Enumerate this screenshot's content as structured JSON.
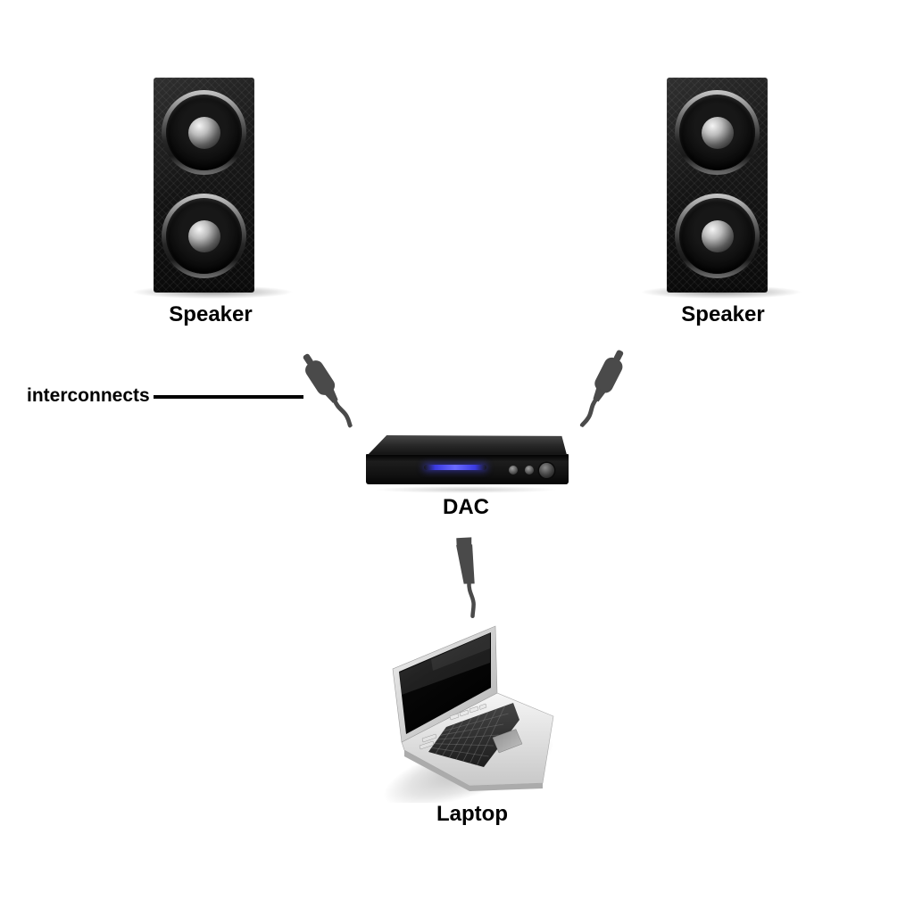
{
  "background": "#ffffff",
  "colors": {
    "text": "#000000",
    "line": "#000000",
    "connector": "#4a4a4a",
    "led_blue": "#3a3ae0"
  },
  "nodes": {
    "speaker_left": {
      "label": "Speaker",
      "type": "loudspeaker illustration"
    },
    "speaker_right": {
      "label": "Speaker",
      "type": "loudspeaker illustration"
    },
    "dac": {
      "label": "DAC",
      "type": "digital-to-analog converter illustration"
    },
    "laptop": {
      "label": "Laptop",
      "type": "laptop illustration"
    }
  },
  "annotations": {
    "interconnects": {
      "label": "interconnects"
    }
  },
  "connections": [
    {
      "from": "dac",
      "to": "speaker_left",
      "via": "interconnect-plug"
    },
    {
      "from": "dac",
      "to": "speaker_right",
      "via": "interconnect-plug"
    },
    {
      "from": "laptop",
      "to": "dac",
      "via": "cable-plug"
    }
  ]
}
